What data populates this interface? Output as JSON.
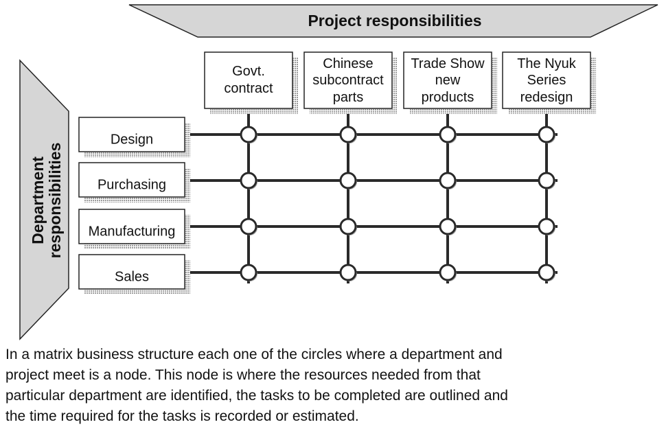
{
  "header": {
    "title": "Project responsibilities"
  },
  "side_label": {
    "line1": "Department",
    "line2": "responsibilities"
  },
  "projects": [
    {
      "lines": [
        "Govt.",
        "contract"
      ]
    },
    {
      "lines": [
        "Chinese",
        "subcontract",
        "parts"
      ]
    },
    {
      "lines": [
        "Trade Show",
        "new",
        "products"
      ]
    },
    {
      "lines": [
        "The Nyuk",
        "Series",
        "redesign"
      ]
    }
  ],
  "departments": [
    {
      "label": "Design"
    },
    {
      "label": "Purchasing"
    },
    {
      "label": "Manufacturing"
    },
    {
      "label": "Sales"
    }
  ],
  "caption": {
    "lines": [
      "In a matrix business structure each one of the circles where a department and",
      "project meet is a node. This node is where the resources needed from that",
      "particular department are identified, the tasks to be completed are outlined and",
      "the time required for the tasks is recorded or estimated."
    ]
  },
  "colors": {
    "banner_fill": "#d6d6d6",
    "shadow": "#a9a9a9",
    "line": "#2a2a2a",
    "node_fill": "#ffffff"
  }
}
